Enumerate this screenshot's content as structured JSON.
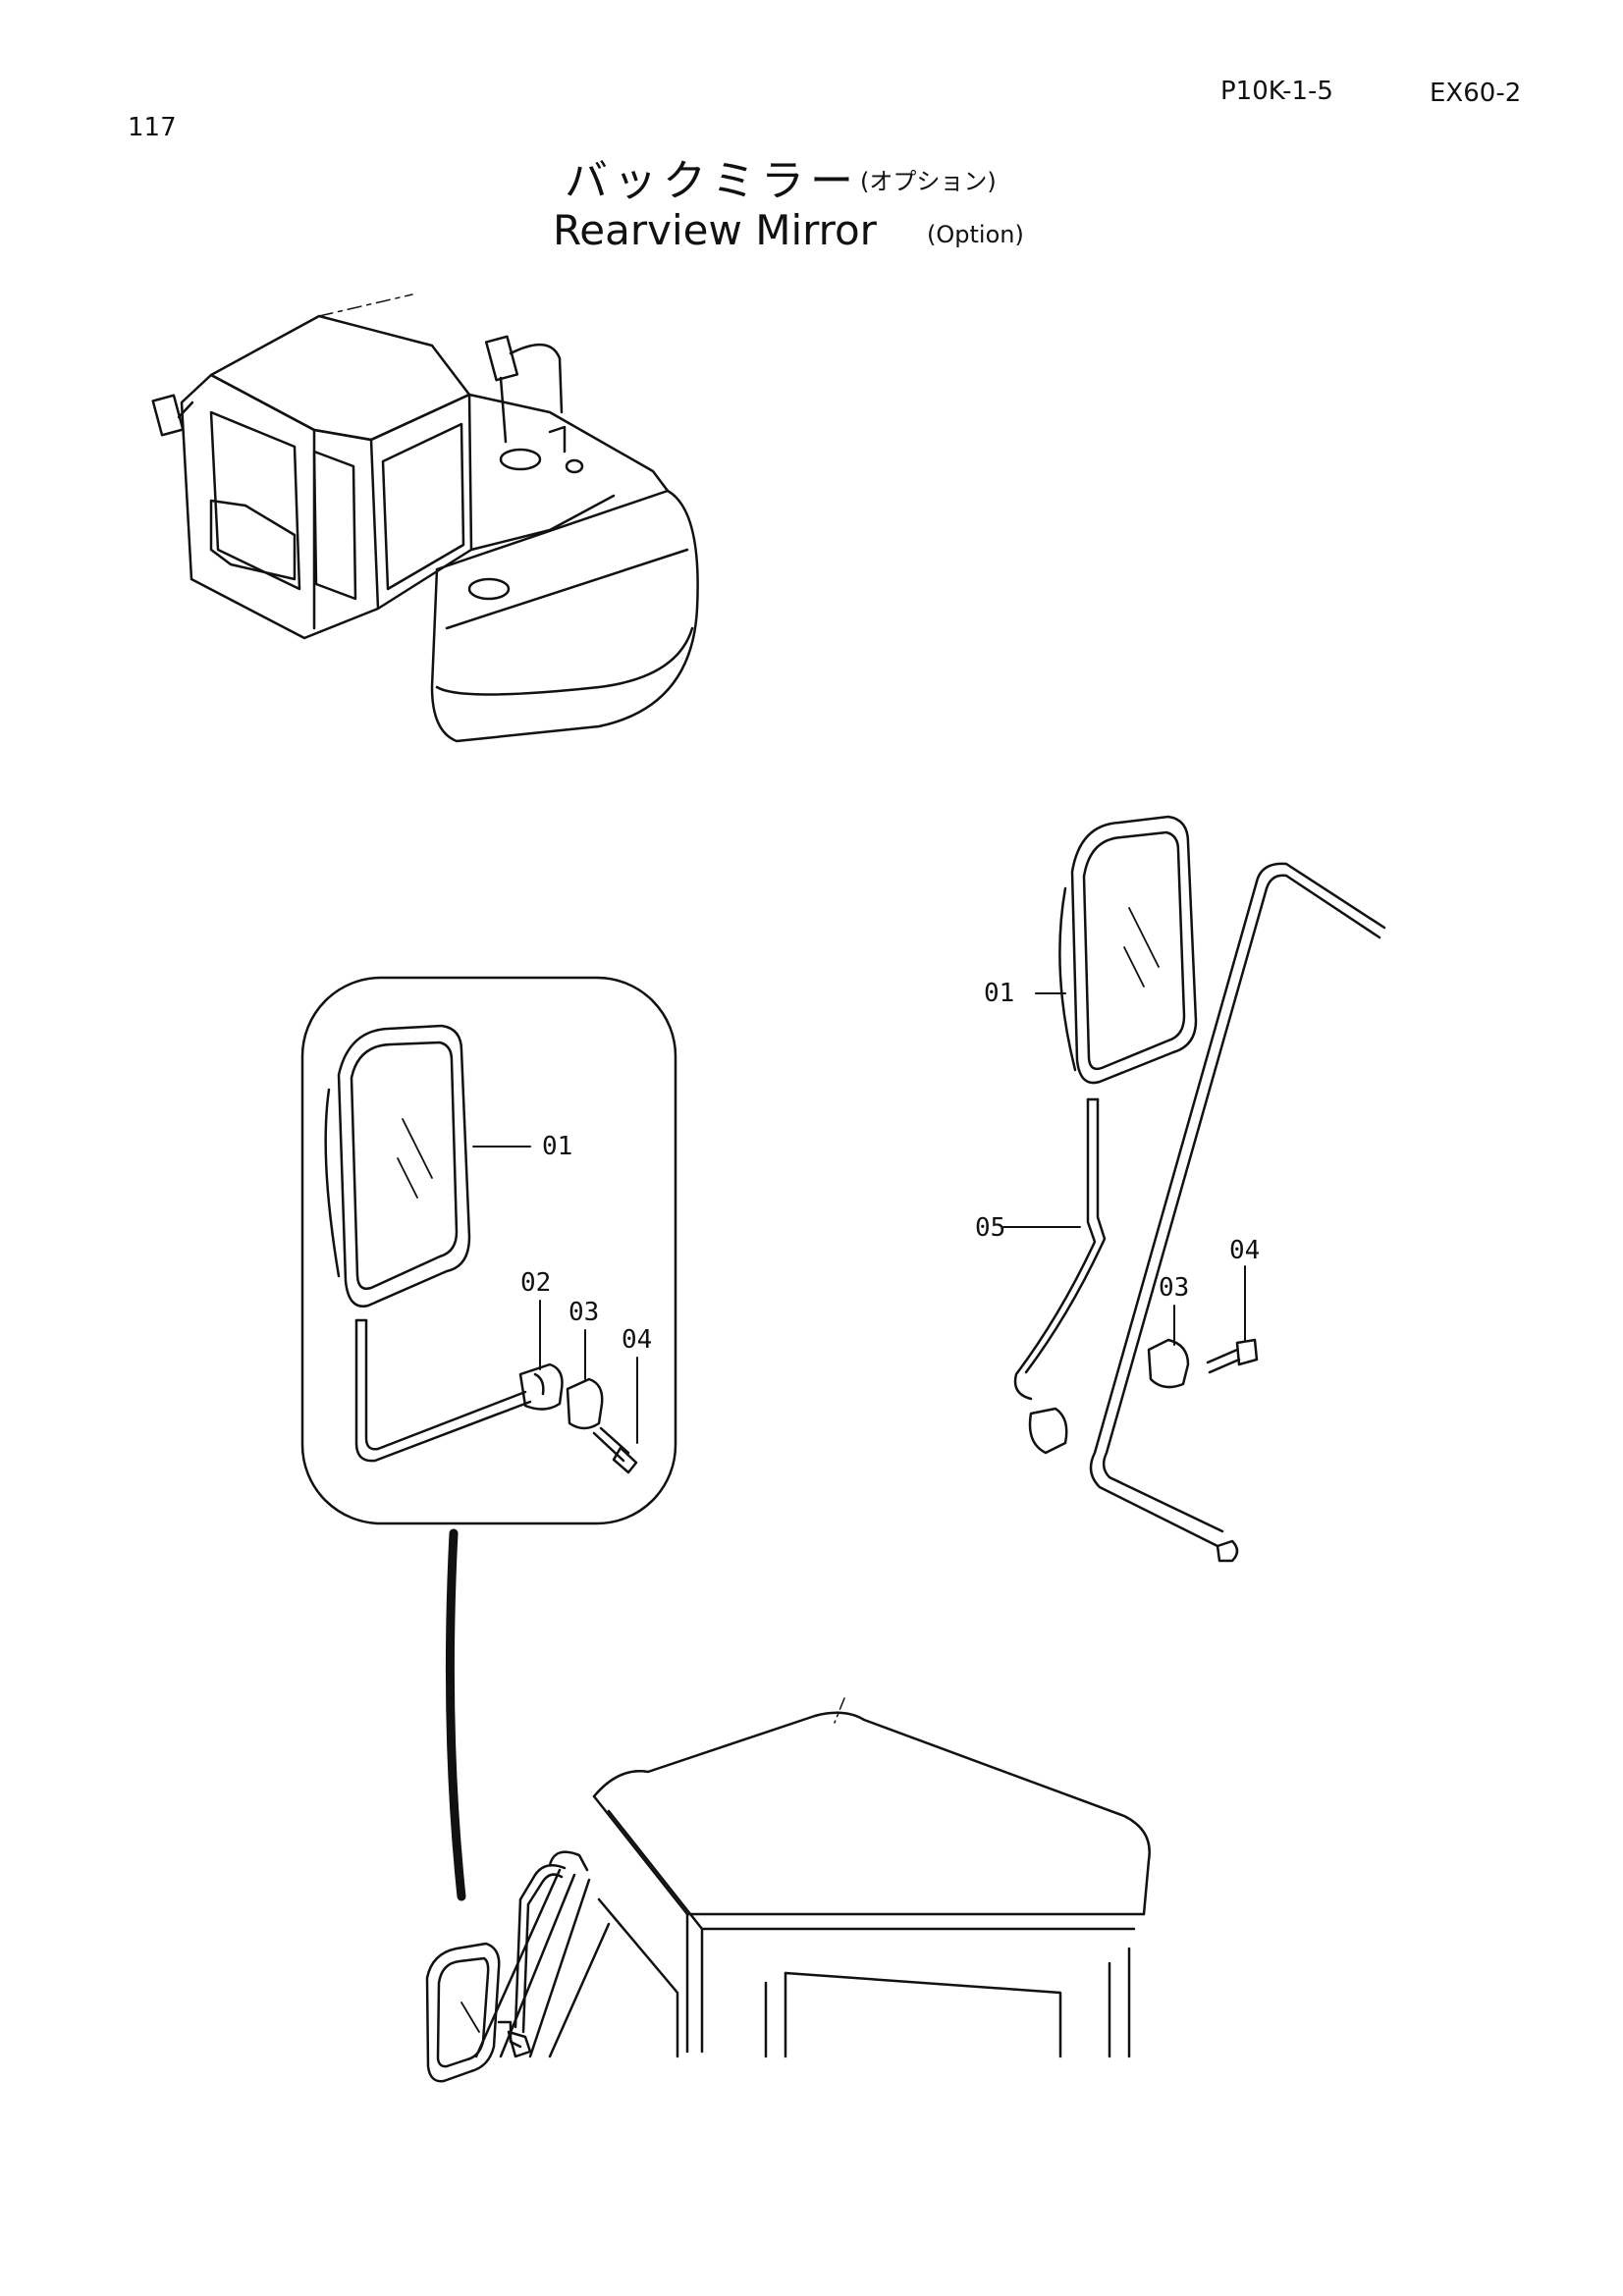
{
  "header": {
    "page_number": "117",
    "doc_code": "P10K-1-5",
    "model": "EX60-2"
  },
  "title": {
    "japanese": "バックミラー",
    "japanese_sub": "(オプション)",
    "english": "Rearview Mirror",
    "english_sub": "(Option)"
  },
  "callouts": {
    "detail": [
      "01",
      "02",
      "03",
      "04"
    ],
    "right": [
      "01",
      "05",
      "03",
      "04"
    ]
  }
}
